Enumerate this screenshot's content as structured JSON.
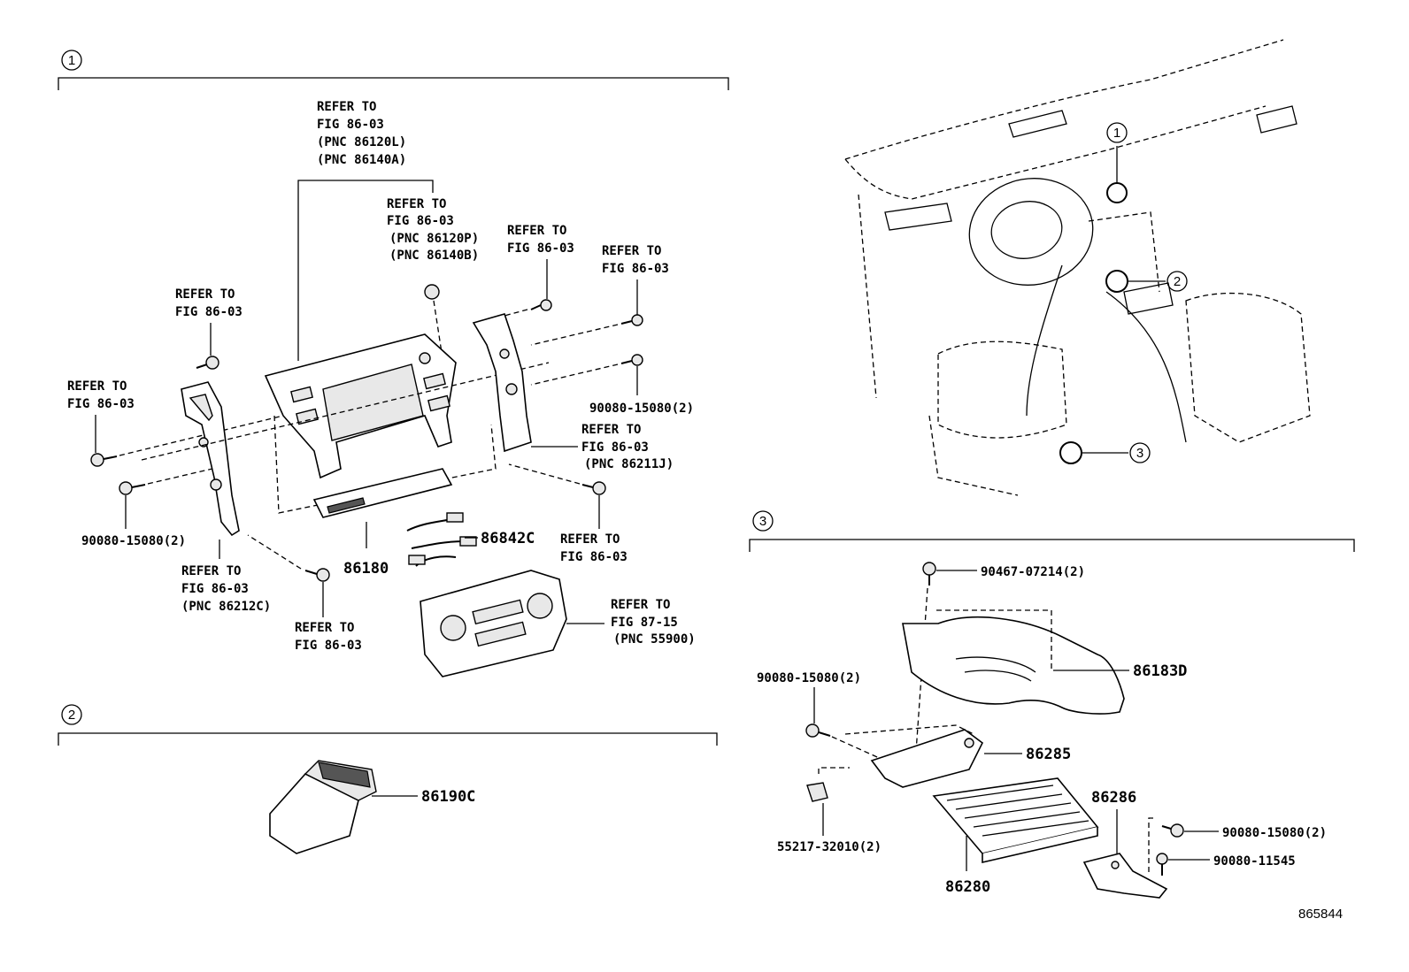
{
  "sections": [
    {
      "id": "1",
      "marker": "1"
    },
    {
      "id": "2",
      "marker": "2"
    },
    {
      "id": "3",
      "marker": "3"
    }
  ],
  "section1": {
    "callouts": {
      "top_refer": [
        "REFER TO",
        "FIG 86-03",
        "(PNC 86120L)",
        "(PNC 86140A)"
      ],
      "mid_refer": [
        "REFER TO",
        "FIG 86-03",
        "(PNC 86120P)",
        "(PNC 86140B)"
      ],
      "screw_top_refer": [
        "REFER TO",
        "FIG 86-03"
      ],
      "screw_right_refer": [
        "REFER TO",
        "FIG 86-03"
      ],
      "left_upper_refer": [
        "REFER TO",
        "FIG 86-03"
      ],
      "left_refer": [
        "REFER TO",
        "FIG 86-03"
      ],
      "right_bracket_refer": [
        "REFER TO",
        "FIG 86-03",
        "(PNC 86211J)"
      ],
      "right_screw_refer": [
        "REFER TO",
        "FIG 86-03"
      ],
      "left_bracket_refer": [
        "REFER TO",
        "FIG 86-03",
        "(PNC 86212C)"
      ],
      "bottom_screw_refer": [
        "REFER TO",
        "FIG 86-03"
      ],
      "climate_refer": [
        "REFER TO",
        "FIG 87-15",
        "(PNC 55900)"
      ]
    },
    "parts": {
      "bolt_right": "90080-15080(2)",
      "bolt_left": "90080-15080(2)",
      "bracket": "86180",
      "wire": "86842C"
    }
  },
  "section2": {
    "parts": {
      "switch": "86190C"
    }
  },
  "section3": {
    "parts": {
      "nut_top": "90467-07214(2)",
      "bolt_left": "90080-15080(2)",
      "cover": "86183D",
      "bracket_a": "86285",
      "bracket_b": "86286",
      "clip": "55217-32010(2)",
      "amplifier": "86280",
      "bolt_right": "90080-15080(2)",
      "bolt_small": "90080-11545"
    }
  },
  "overview_markers": [
    "1",
    "2",
    "3"
  ],
  "illustration_id": "865844"
}
